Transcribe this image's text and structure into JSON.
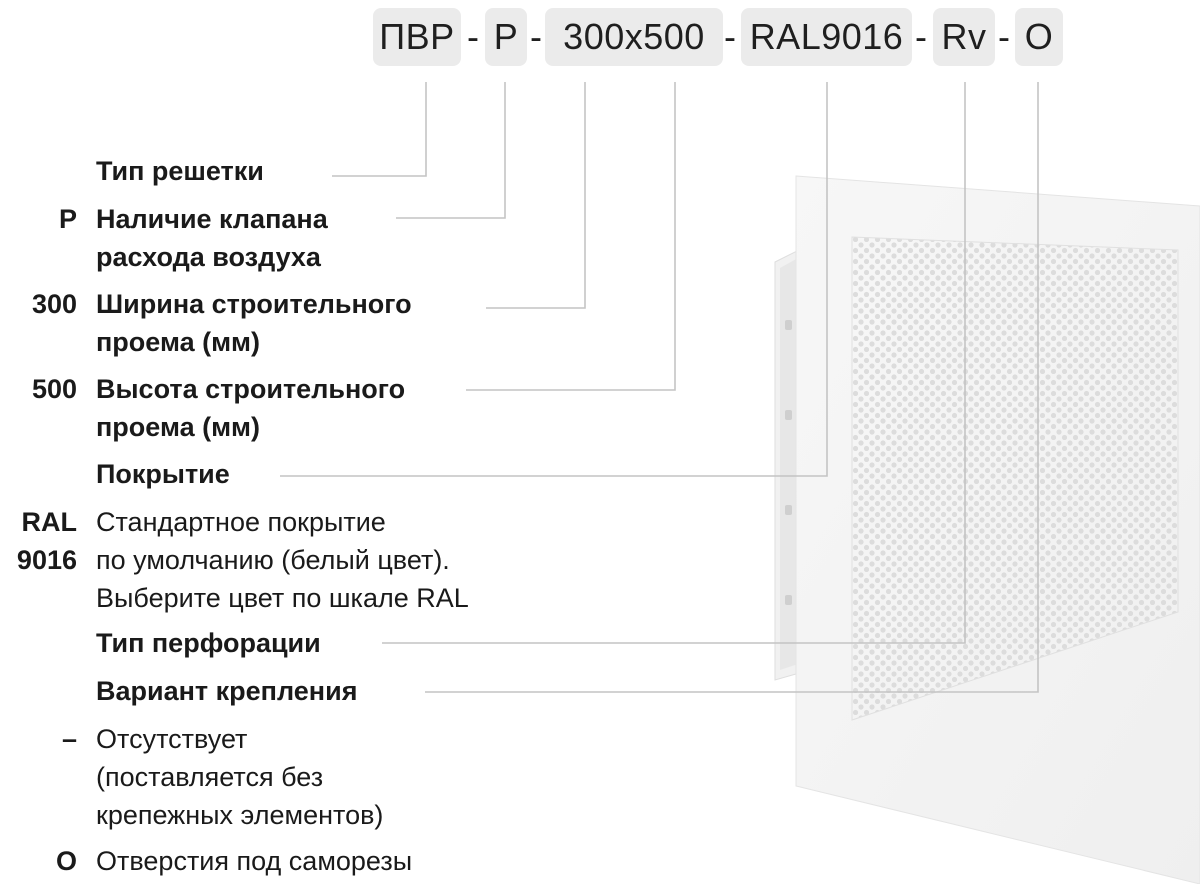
{
  "code_parts": [
    {
      "id": "type",
      "text": "ПВР"
    },
    {
      "id": "valve",
      "text": "Р"
    },
    {
      "id": "size",
      "text": "300x500"
    },
    {
      "id": "color",
      "text": "RAL9016"
    },
    {
      "id": "perforation",
      "text": "Rv"
    },
    {
      "id": "mount",
      "text": "O"
    }
  ],
  "separator": "-",
  "legend": {
    "type_label": "Тип решетки",
    "valve_key": "Р",
    "valve_line1": "Наличие клапана",
    "valve_line2": "расхода воздуха",
    "width_key": "300",
    "width_line1": "Ширина строительного",
    "width_line2": "проема (мм)",
    "height_key": "500",
    "height_line1": "Высота строительного",
    "height_line2": "проема (мм)",
    "coating_label": "Покрытие",
    "ral_key_line1": "RAL",
    "ral_key_line2": "9016",
    "ral_line1": "Стандартное покрытие",
    "ral_line2": "по умолчанию (белый цвет).",
    "ral_line3": "Выберите цвет по шкале RAL",
    "perforation_label": "Тип перфорации",
    "mount_label": "Вариант крепления",
    "none_key": "–",
    "none_line1": "Отсутствует",
    "none_line2": "(поставляется без",
    "none_line3": "крепежных элементов)",
    "o_key": "O",
    "o_line1": "Отверстия под саморезы"
  },
  "colors": {
    "chip_bg": "#ebebeb",
    "leader_line": "#c4c4c4",
    "text": "#1a1a1a"
  }
}
